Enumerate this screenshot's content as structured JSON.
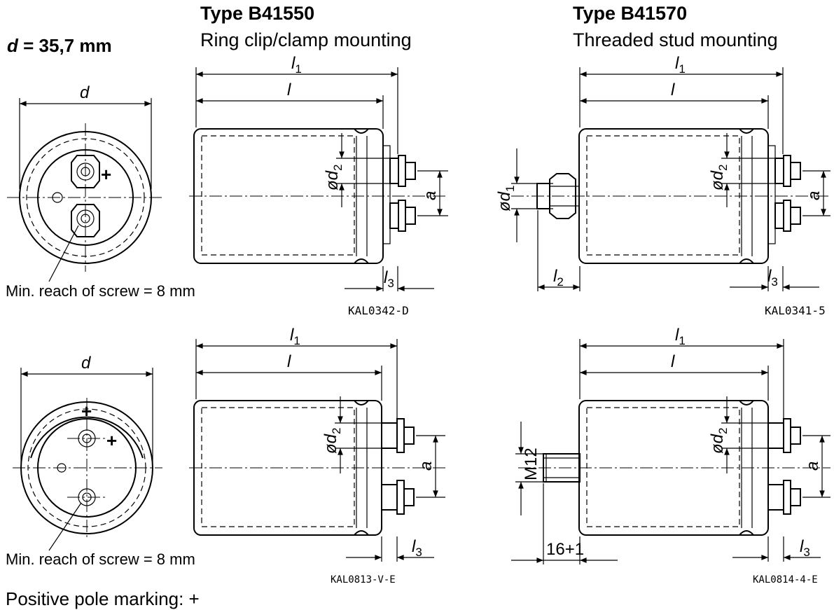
{
  "header": {
    "left_type": "Type B41550",
    "left_mount": "Ring clip/clamp mounting",
    "right_type": "Type B41570",
    "right_mount": "Threaded stud mounting",
    "diameter_note_var": "d",
    "diameter_note_value": " = 35,7 mm"
  },
  "notes": {
    "screw_reach_top": "Min. reach of screw = 8 mm",
    "screw_reach_bottom": "Min. reach of screw = 8 mm",
    "positive_pole": "Positive pole marking: +"
  },
  "codes": {
    "top_left": "KAL0342-D",
    "top_right": "KAL0341-5",
    "bottom_left": "KAL0813-V-E",
    "bottom_right": "KAL0814-4-E"
  },
  "dims": {
    "d": "d",
    "l1": "l1",
    "l": "l",
    "l2": "l2",
    "l3": "l3",
    "a": "a",
    "od2": "ød2",
    "od1": "ød1",
    "m12": "M12",
    "stud_len": "16+1",
    "plus": "+"
  },
  "colors": {
    "ink": "#000000",
    "background": "#ffffff"
  }
}
